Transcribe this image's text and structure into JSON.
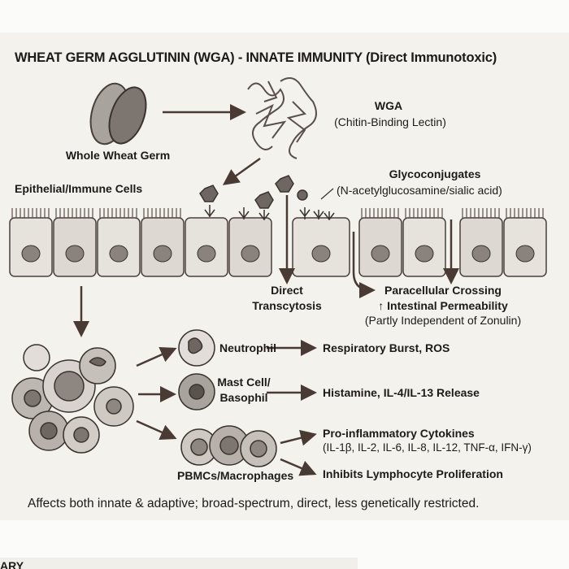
{
  "title": "WHEAT GERM AGGLUTININ (WGA) - INNATE IMMUNITY (Direct Immunotoxic)",
  "source": {
    "label": "Whole Wheat Germ"
  },
  "lectin": {
    "name": "WGA",
    "description": "(Chitin-Binding Lectin)"
  },
  "cells_label": "Epithelial/Immune Cells",
  "glyco": {
    "name": "Glycoconjugates",
    "description": "(N-acetylglucosamine/sialic acid)"
  },
  "transcytosis": {
    "line1": "Direct",
    "line2": "Transcytosis"
  },
  "paracellular": {
    "line1": "Paracellular Crossing",
    "line2": "↑ Intestinal Permeability",
    "line3": "(Partly Independent of Zonulin)"
  },
  "immune": [
    {
      "cell": "Neutrophil",
      "effect": "Respiratory Burst, ROS"
    },
    {
      "cell_line1": "Mast Cell/",
      "cell_line2": "Basophil",
      "effect": "Histamine, IL-4/IL-13 Release"
    },
    {
      "cell": "PBMCs/Macrophages",
      "effect1": "Pro-inflammatory Cytokines",
      "effect1_detail": "(IL-1β, IL-2, IL-6, IL-8, IL-12, TNF-α, IFN-γ)",
      "effect2": "Inhibits Lymphocyte Proliferation"
    }
  ],
  "footer": "Affects both innate & adaptive; broad-spectrum, direct, less genetically restricted.",
  "cut_heading": "ARY",
  "colors": {
    "background": "#f4f2ed",
    "ink": "#1e1a18",
    "arrow": "#4a3a34",
    "cell": "#e4e0da",
    "nucleus": "#8a827c"
  }
}
